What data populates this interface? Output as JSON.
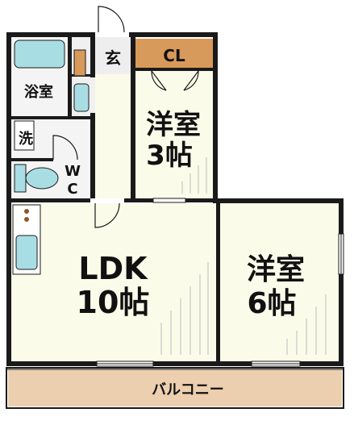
{
  "rooms": {
    "ldk": {
      "name": "LDK",
      "size": "10帖"
    },
    "western3": {
      "name": "洋室",
      "size": "3帖"
    },
    "western6": {
      "name": "洋室",
      "size": "6帖"
    },
    "bath": {
      "name": "浴室"
    },
    "washroom": {
      "name": "洗"
    },
    "toilet": {
      "name_line1": "W",
      "name_line2": "C"
    },
    "entrance": {
      "name": "玄"
    },
    "closet": {
      "name": "CL"
    },
    "balcony": {
      "name": "バルコニー"
    }
  },
  "colors": {
    "floor": "#fbfbea",
    "wet_area": "#f2f2f2",
    "closet": "#d89a5a",
    "balcony": "#eccfae",
    "fixture": "#a9dde4",
    "wall": "#1a1a1a"
  }
}
